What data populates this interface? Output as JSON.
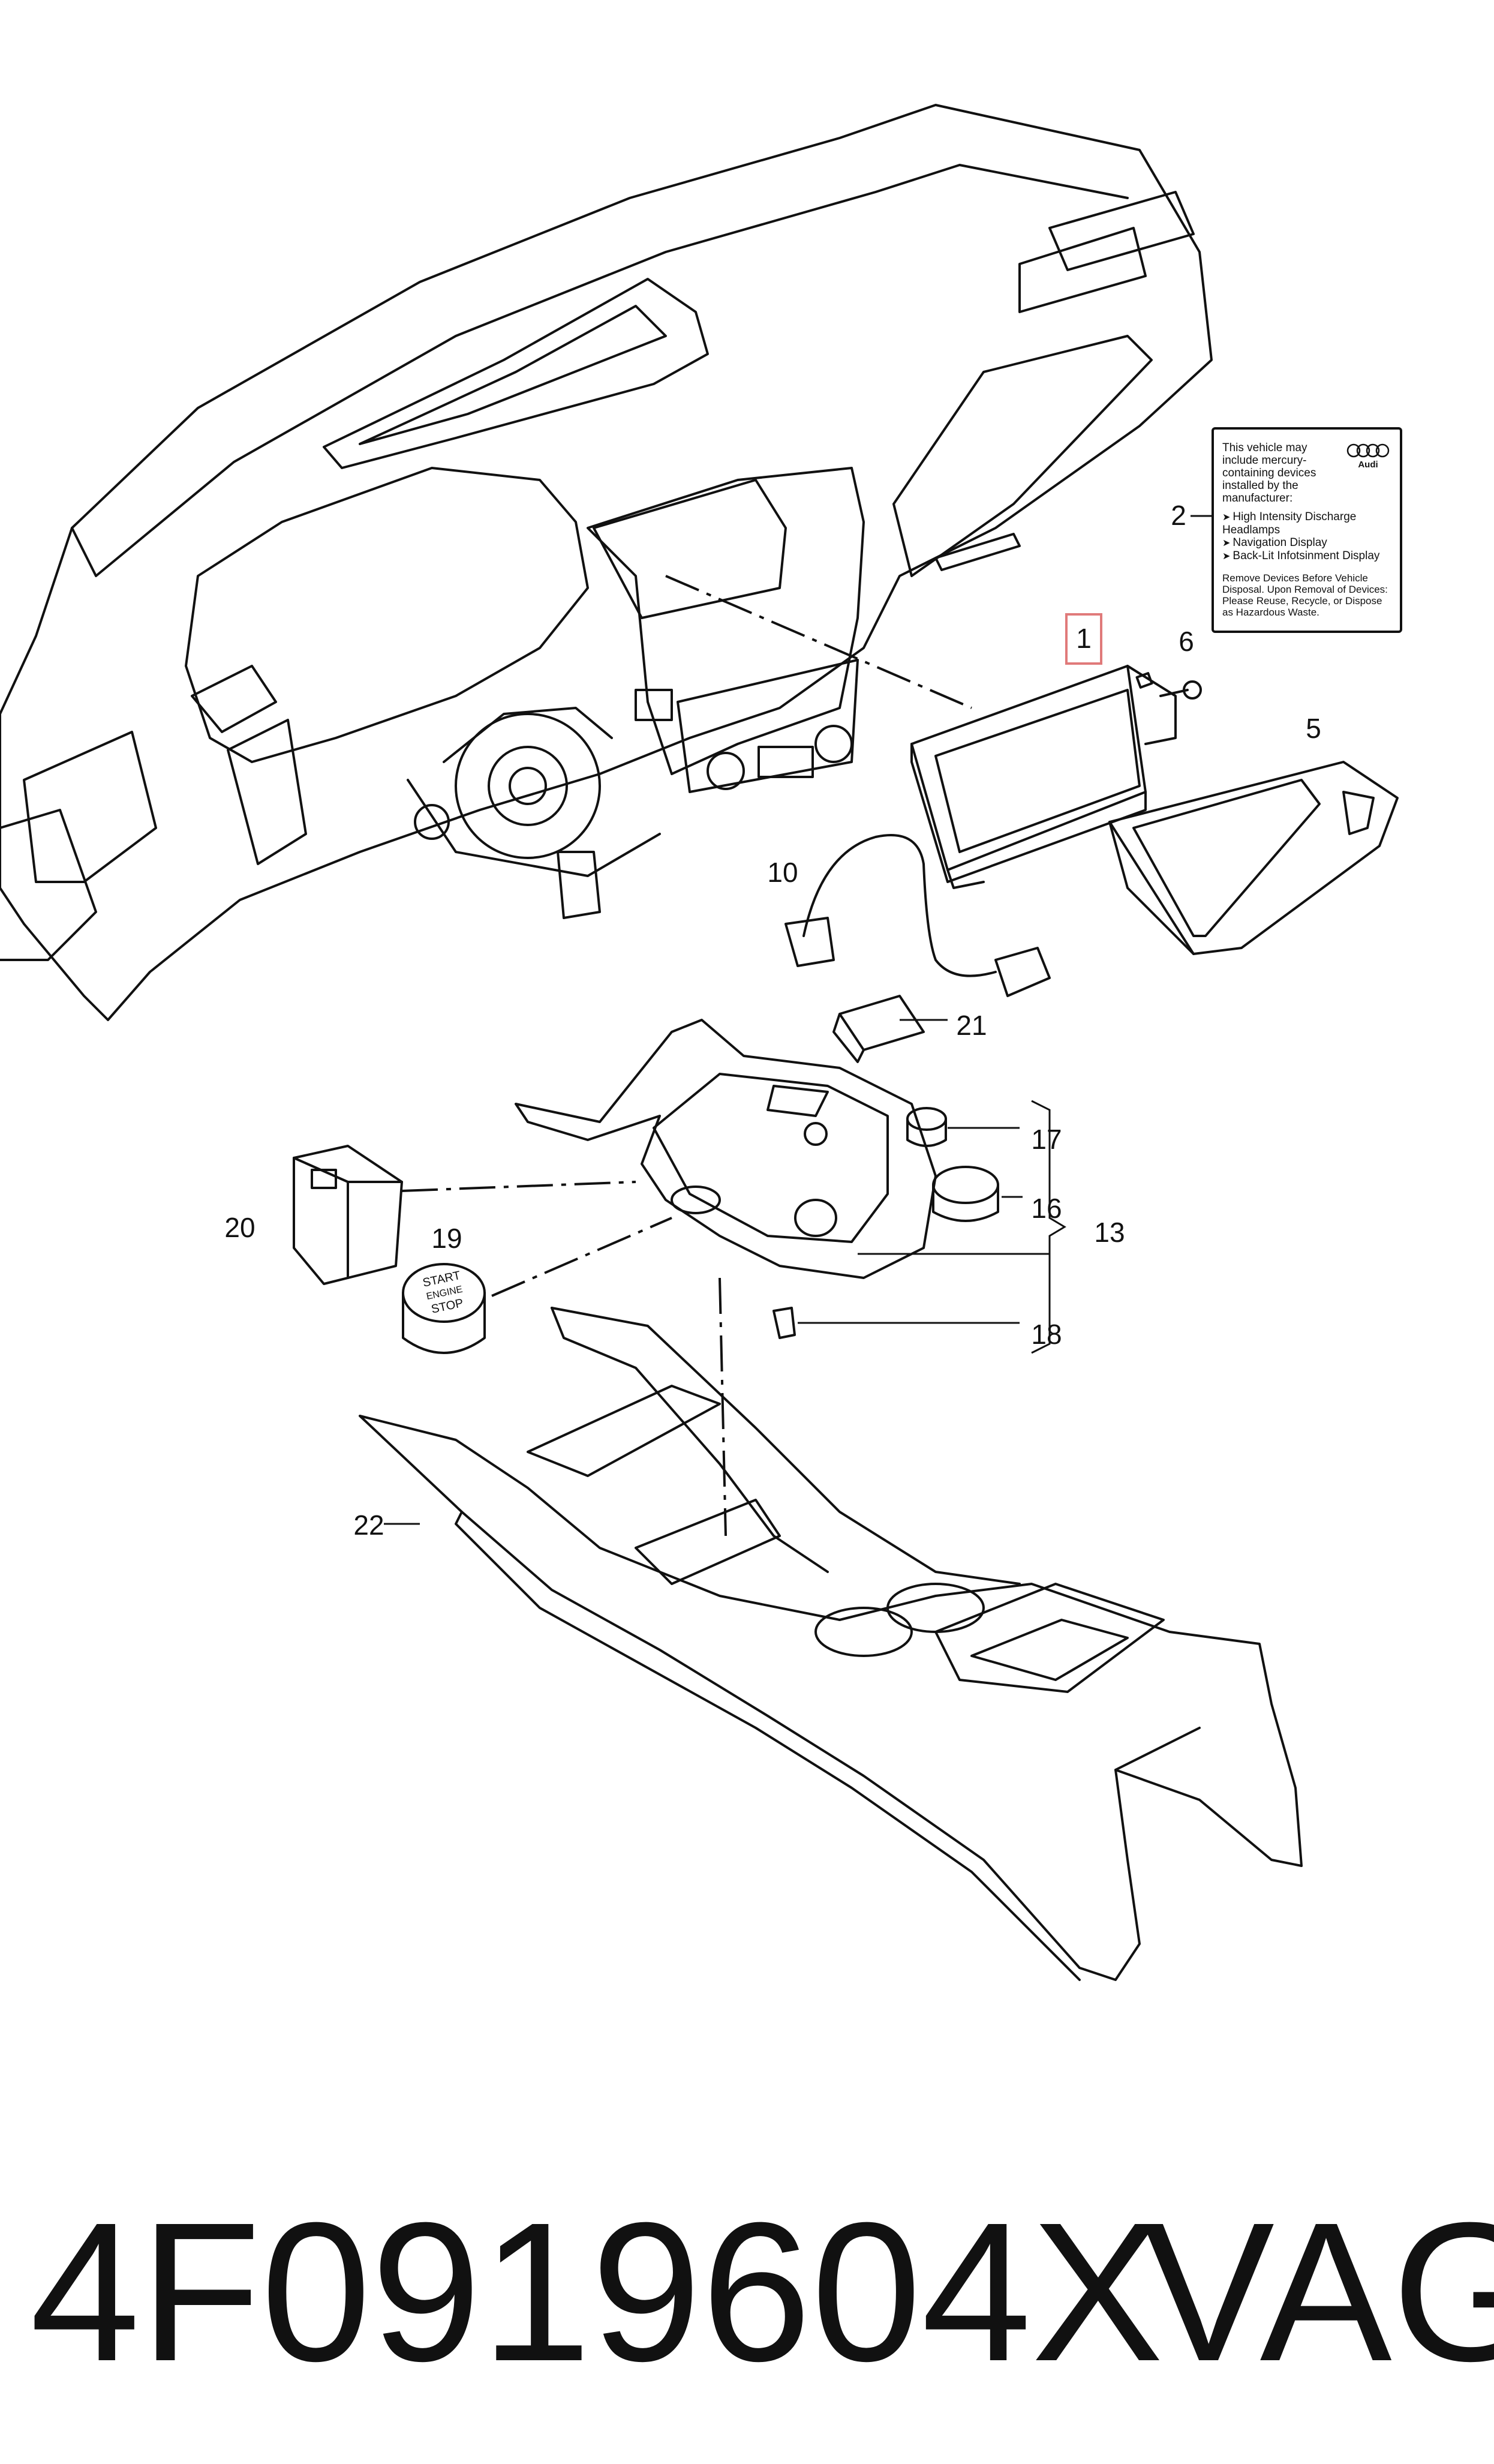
{
  "callouts": [
    "1",
    "2",
    "5",
    "6",
    "10",
    "13",
    "16",
    "17",
    "18",
    "19",
    "20",
    "21",
    "22"
  ],
  "warning_label": {
    "intro": "This vehicle may include mercury-containing devices installed by the manufacturer:",
    "items": [
      "High Intensity Discharge Headlamps",
      "Navigation Display",
      "Back-Lit Infotsinment Display"
    ],
    "note": "Remove Devices Before Vehicle Disposal. Upon Removal of Devices: Please Reuse, Recycle, or Dispose as Hazardous Waste.",
    "logo_text": "Audi"
  },
  "start_button": [
    "START",
    "ENGINE",
    "STOP"
  ],
  "footer": {
    "part_number": "4F0919604X",
    "brand": "VAG"
  },
  "highlight_color": "#e07a7a"
}
